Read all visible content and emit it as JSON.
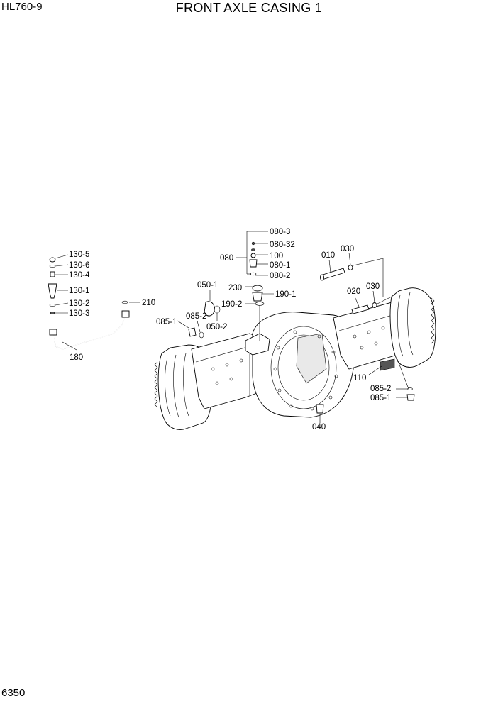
{
  "header": {
    "model": "HL760-9",
    "title": "FRONT AXLE CASING 1"
  },
  "footer": {
    "page_number": "6350"
  },
  "callouts": {
    "p080_3": "080-3",
    "p080_32": "080-32",
    "p080": "080",
    "p100": "100",
    "p080_1": "080-1",
    "p080_2": "080-2",
    "p010": "010",
    "p030a": "030",
    "p020": "020",
    "p030b": "030",
    "p130_5": "130-5",
    "p130_6": "130-6",
    "p130_4": "130-4",
    "p130_1": "130-1",
    "p130_2": "130-2",
    "p130_3": "130-3",
    "p210": "210",
    "p180": "180",
    "p050_1": "050-1",
    "p230": "230",
    "p190_1": "190-1",
    "p190_2": "190-2",
    "p085_2a": "085-2",
    "p085_1a": "085-1",
    "p050_2": "050-2",
    "p110": "110",
    "p085_2b": "085-2",
    "p085_1b": "085-1",
    "p040": "040"
  }
}
